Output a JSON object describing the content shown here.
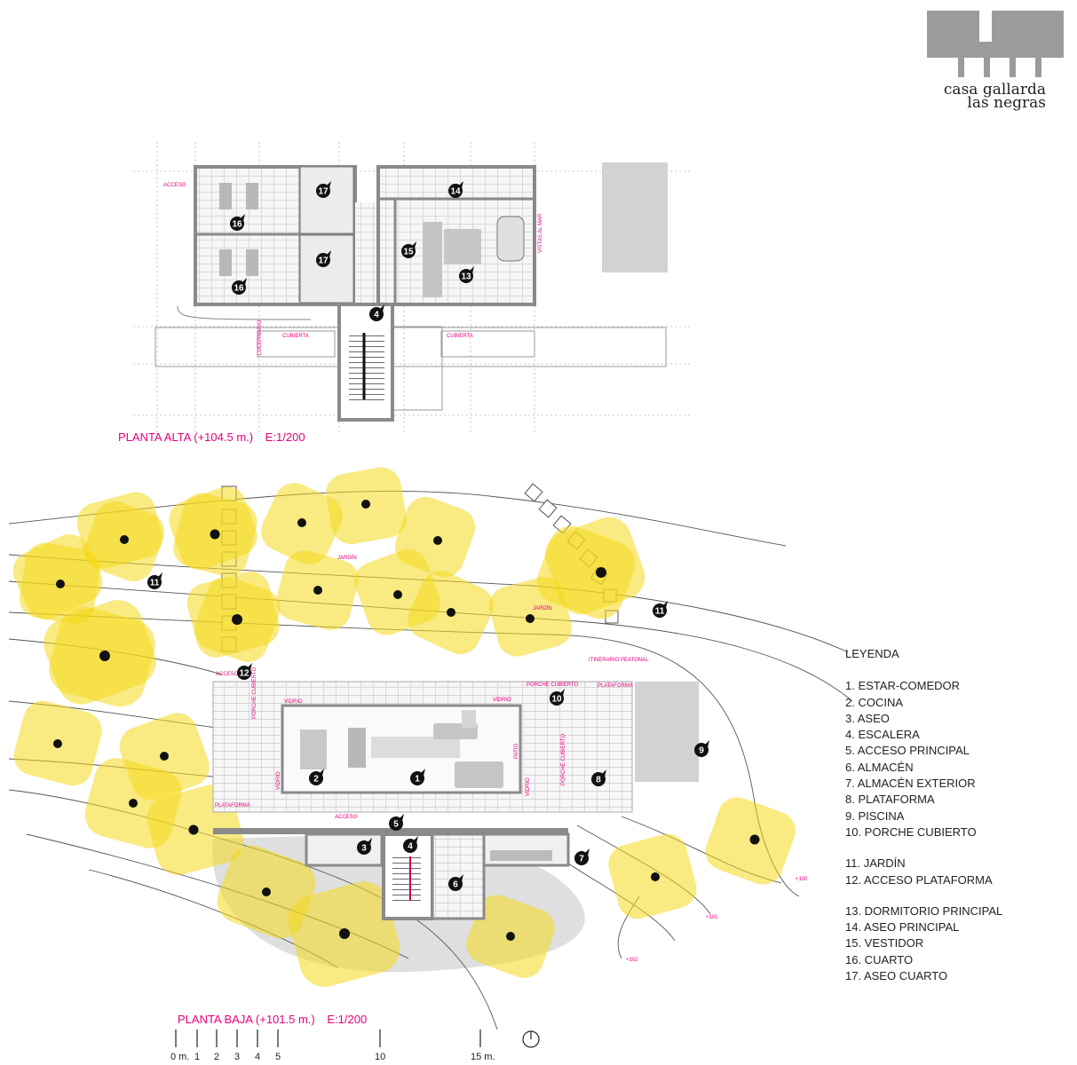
{
  "logo": {
    "line1": "casa gallarda",
    "line2": "las negras"
  },
  "upper_plan": {
    "title": "PLANTA ALTA (+104.5 m.)",
    "scale": "E:1/200",
    "labels": [
      "ACCESO",
      "CUBIERTA",
      "CUBIERTA",
      "LUCERNARIO",
      "VISTAS AL MAR"
    ],
    "markers": [
      "17",
      "14",
      "16",
      "15",
      "17",
      "13",
      "16",
      "4"
    ]
  },
  "ground_plan": {
    "title": "PLANTA BAJA (+101.5 m.)",
    "scale": "E:1/200",
    "labels": [
      "JARDÍN",
      "JARDÍN",
      "ITINERARIO PEATONAL",
      "ACCESO",
      "PORCHE CUBIERTO",
      "PLATAFORMA",
      "VIDRIO",
      "VIDRIO",
      "PATIO",
      "VIDRIO",
      "PORCHE CUBIERTO",
      "PORCHE CUBIERTO",
      "VIDRIO",
      "PLATAFORMA",
      "ACCESO",
      "+100",
      "+101",
      "+102"
    ],
    "markers": [
      "11",
      "11",
      "12",
      "10",
      "9",
      "2",
      "1",
      "8",
      "5",
      "3",
      "4",
      "7",
      "6"
    ]
  },
  "legend": {
    "title": "LEYENDA",
    "group1": [
      "1. ESTAR-COMEDOR",
      "2. COCINA",
      "3. ASEO",
      "4. ESCALERA",
      "5. ACCESO PRINCIPAL",
      "6. ALMACÉN",
      "7. ALMACÉN EXTERIOR",
      "8. PLATAFORMA",
      "9. PISCINA",
      "10. PORCHE CUBIERTO"
    ],
    "group2": [
      "11. JARDÍN",
      "12. ACCESO PLATAFORMA"
    ],
    "group3": [
      "13. DORMITORIO PRINCIPAL",
      "14. ASEO PRINCIPAL",
      "15. VESTIDOR",
      "16. CUARTO",
      "17. ASEO CUARTO"
    ]
  },
  "scale_bar": {
    "ticks": [
      "0 m.",
      "1",
      "2",
      "3",
      "4",
      "5",
      "10",
      "15 m."
    ]
  },
  "colors": {
    "accent": "#e6007e",
    "tree": "#f4d91b",
    "wall": "#8a8a8a"
  }
}
